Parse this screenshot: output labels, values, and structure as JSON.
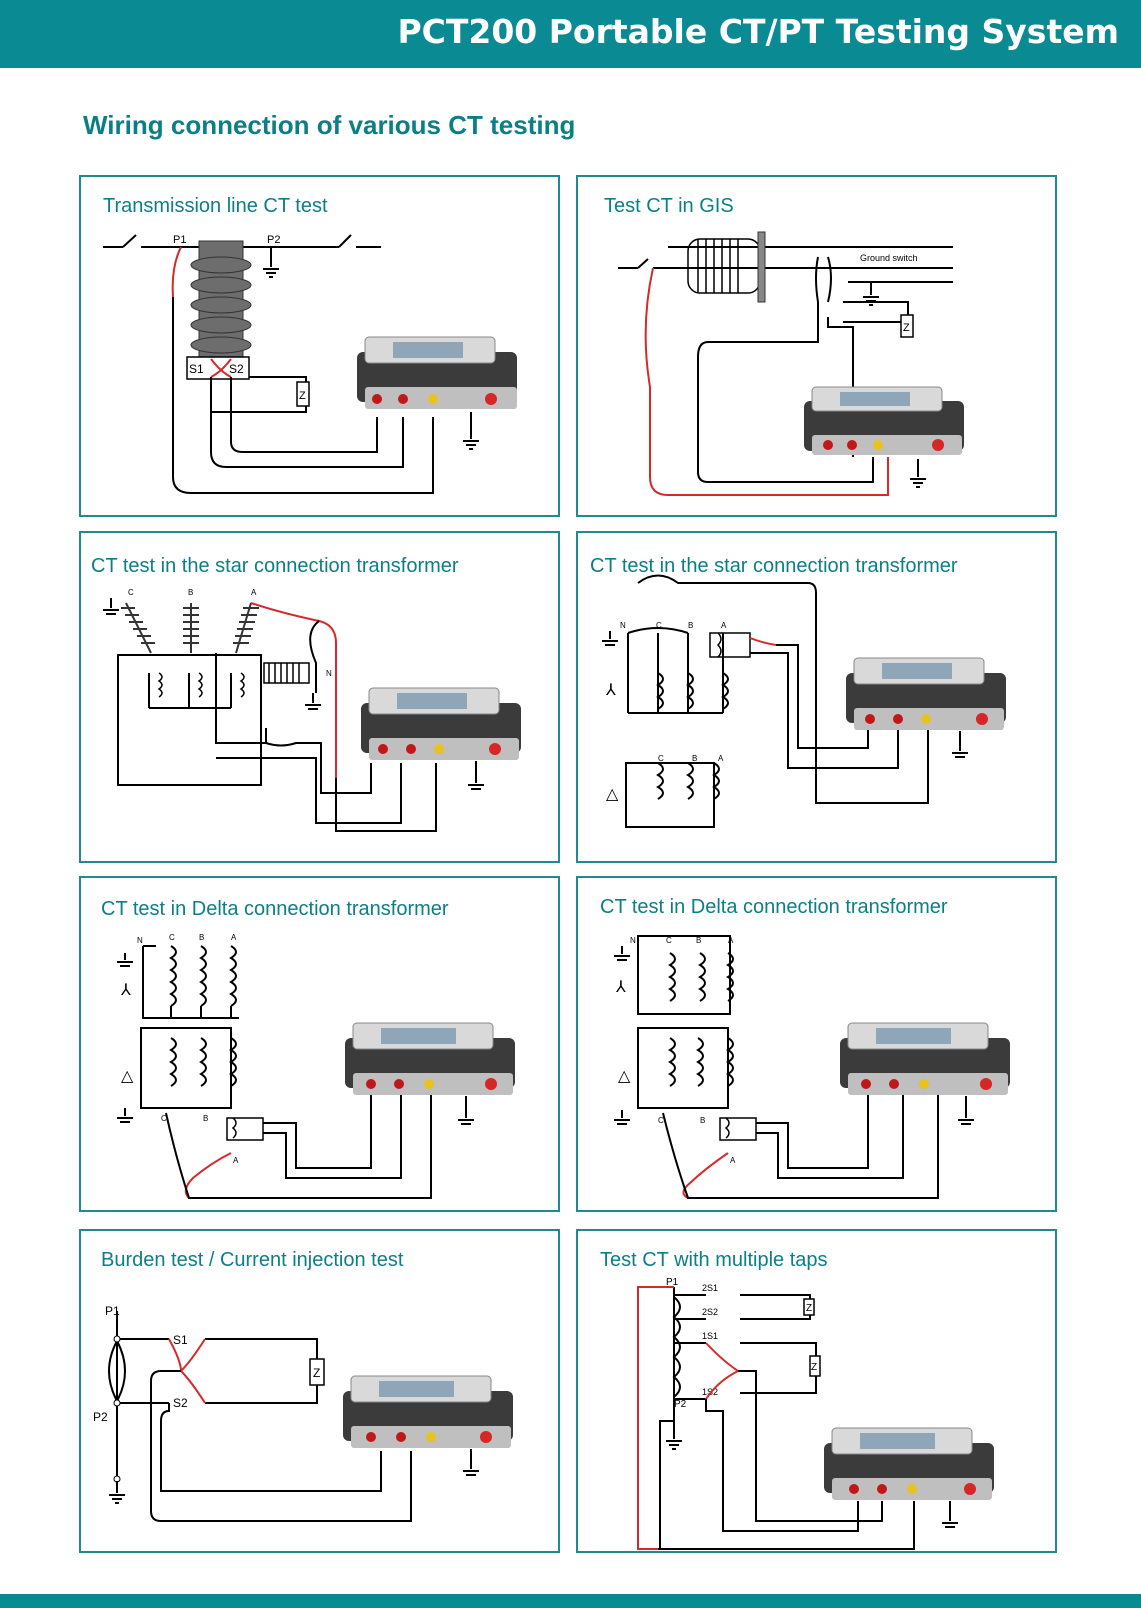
{
  "header": {
    "title": "PCT200 Portable CT/PT Testing System"
  },
  "section_title": "Wiring connection of various CT testing",
  "colors": {
    "accent": "#0a8a93",
    "title_text": "#0c7f86",
    "panel_border": "#1f8a8f",
    "lead_red": "#d42a2a"
  },
  "panels": [
    {
      "title": "Transmission line CT test",
      "labels": {
        "p1": "P1",
        "p2": "P2",
        "s1": "S1",
        "s2": "S2",
        "z": "Z"
      }
    },
    {
      "title": "Test CT in GIS",
      "labels": {
        "ground_switch": "Ground switch",
        "z": "Z"
      }
    },
    {
      "title": "CT test in the star connection transformer",
      "labels": {
        "c": "C",
        "b": "B",
        "a": "A",
        "n": "N"
      }
    },
    {
      "title": "CT test in the star connection transformer",
      "labels": {
        "n": "N",
        "c": "C",
        "b": "B",
        "a": "A",
        "star": "⅄",
        "delta": "△",
        "c2": "C",
        "b2": "B",
        "a2": "A"
      }
    },
    {
      "title": "CT test in Delta connection transformer",
      "labels": {
        "n": "N",
        "c": "C",
        "b": "B",
        "a": "A",
        "star": "⅄",
        "delta": "△",
        "c2": "C",
        "b2": "B",
        "a2": "A"
      }
    },
    {
      "title": "CT test in Delta connection transformer",
      "labels": {
        "n": "N",
        "c": "C",
        "b": "B",
        "a": "A",
        "star": "⅄",
        "delta": "△",
        "c2": "C",
        "b2": "B",
        "a2": "A"
      }
    },
    {
      "title": "Burden test / Current injection test",
      "labels": {
        "p1": "P1",
        "p2": "P2",
        "s1": "S1",
        "s2": "S2",
        "z": "Z"
      }
    },
    {
      "title": "Test CT with multiple taps",
      "labels": {
        "p1": "P1",
        "p2": "P2",
        "s2_1": "2S1",
        "s2_2": "2S2",
        "s1_1": "1S1",
        "s1_2": "1S2",
        "z": "Z"
      }
    }
  ]
}
